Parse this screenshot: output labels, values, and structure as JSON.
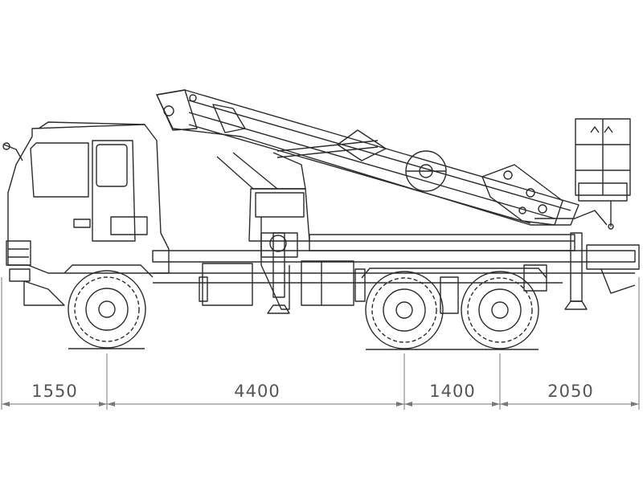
{
  "dimensions": {
    "front_overhang": "1550",
    "wheelbase_front_to_rear": "4400",
    "bogie_spacing": "1400",
    "rear_overhang": "2050"
  },
  "colors": {
    "line": "#2b2b2b",
    "dimension_line": "#777777",
    "dimension_text": "#555555"
  }
}
